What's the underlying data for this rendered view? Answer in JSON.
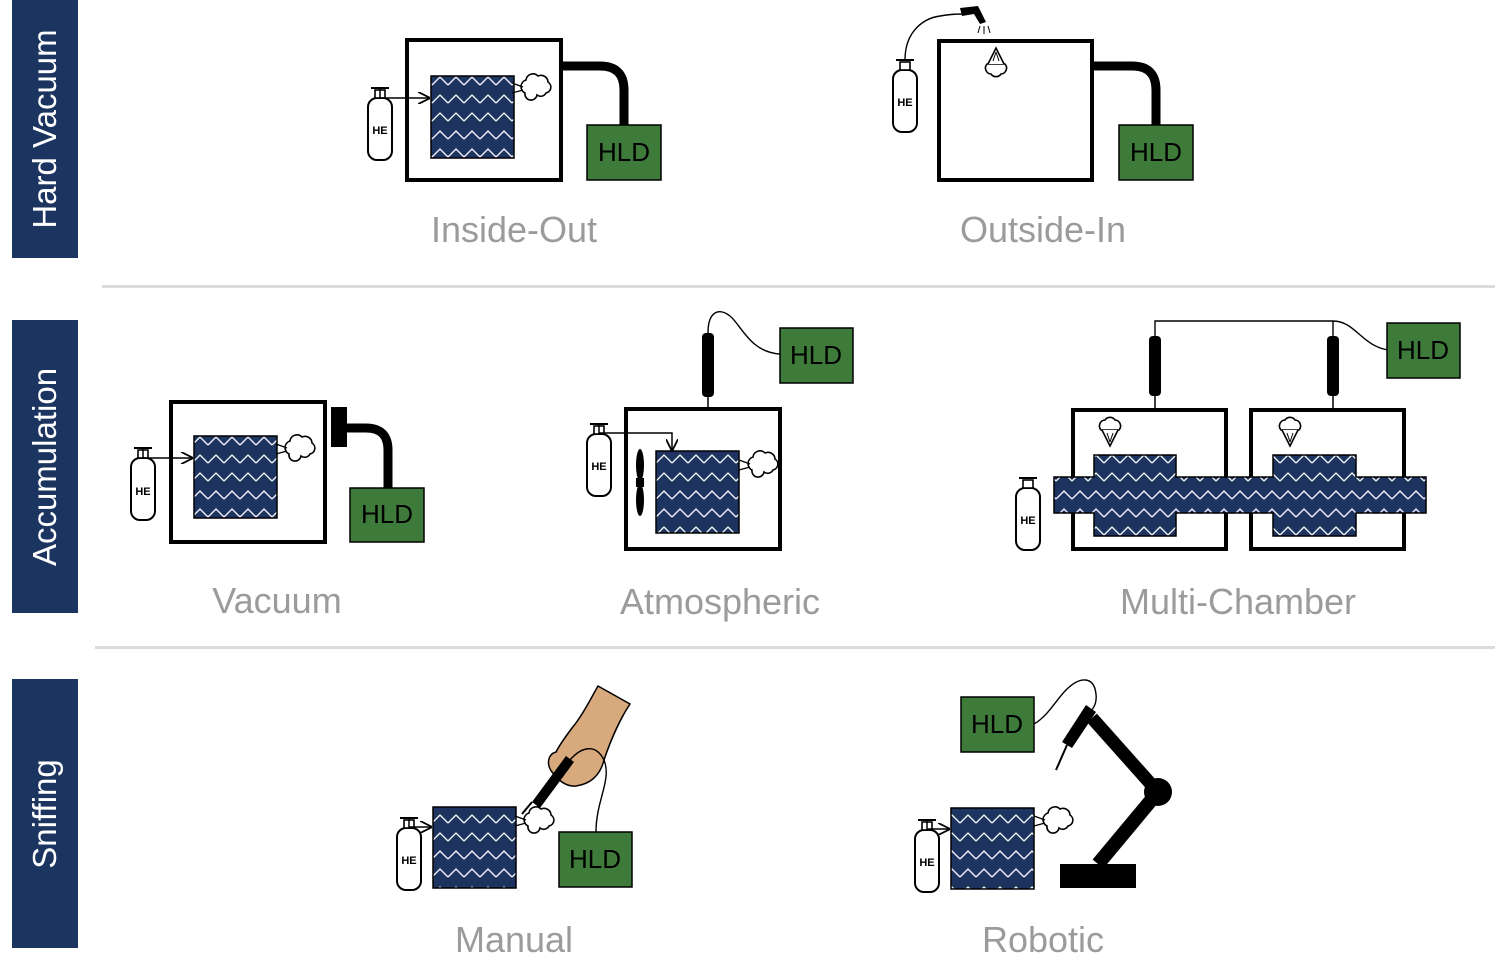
{
  "categories": {
    "hard_vacuum": "Hard Vacuum",
    "accumulation": "Accumulation",
    "sniffing": "Sniffing"
  },
  "methods": {
    "inside_out": "Inside-Out",
    "outside_in": "Outside-In",
    "vacuum": "Vacuum",
    "atmospheric": "Atmospheric",
    "multi_chamber": "Multi-Chamber",
    "manual": "Manual",
    "robotic": "Robotic"
  },
  "detector_label": "HLD",
  "gas_label": "HE",
  "colors": {
    "category_band": "#1b3560",
    "detector_fill": "#3e7a3a",
    "part_fill": "#1d3461",
    "caption": "#9b9b9b",
    "separator": "#dcdcdc",
    "hand": "#d8a97c"
  }
}
